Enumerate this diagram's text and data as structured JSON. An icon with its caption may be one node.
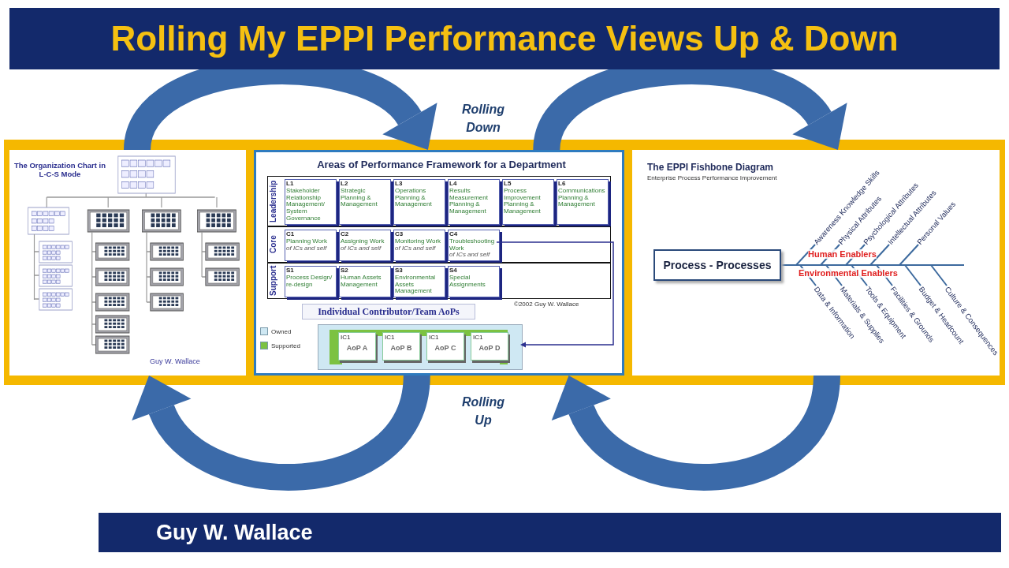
{
  "diagram": {
    "title": "Rolling My EPPI Performance Views Up & Down",
    "nodes": [
      {
        "text": [
          "The Organization Chart in L-C-S Mode",
          "Guy W. Wallace"
        ]
      },
      {
        "text": [
          "Areas of Performance Framework for a Department"
        ]
      },
      {
        "text": [
          "Leadership"
        ],
        "in": 1
      },
      {
        "text": [
          "L1",
          "Stakeholder Relationship Management/ System Governance"
        ],
        "in": 2
      },
      {
        "text": [
          "L2",
          "Strategic Planning & Management"
        ],
        "in": 2
      },
      {
        "text": [
          "L3",
          "Operations Planning & Management"
        ],
        "in": 2
      },
      {
        "text": [
          "L4",
          "Results Measurement Planning & Management"
        ],
        "in": 2
      },
      {
        "text": [
          "L5",
          "Process Improvement Planning & Management"
        ],
        "in": 2
      },
      {
        "text": [
          "L6",
          "Communications Planning & Management"
        ],
        "in": 2
      },
      {
        "text": [
          "Core"
        ],
        "in": 1
      },
      {
        "text": [
          "C1",
          "Planning Work",
          "of ICs and self"
        ],
        "in": 9
      },
      {
        "text": [
          "C2",
          "Assigning Work",
          "of ICs and self"
        ],
        "in": 9
      },
      {
        "text": [
          "C3",
          "Monitoring Work",
          "of ICs and self"
        ],
        "in": 9
      },
      {
        "text": [
          "C4",
          "Troubleshooting Work",
          "of ICs and self"
        ],
        "in": 9
      },
      {
        "text": [
          "Support"
        ],
        "in": 1
      },
      {
        "text": [
          "S1",
          "Process Design/ re-design"
        ],
        "in": 14
      },
      {
        "text": [
          "S2",
          "Human Assets Management"
        ],
        "in": 14
      },
      {
        "text": [
          "S3",
          "Environmental Assets Management"
        ],
        "in": 14
      },
      {
        "text": [
          "S4",
          "Special Assignments"
        ],
        "in": 14
      },
      {
        "text": [
          "Individual Contributor/Team AoPs"
        ],
        "in": 1
      },
      {
        "text": [],
        "shape": "box",
        "in": 1
      },
      {
        "text": [
          "IC1",
          "AoP A"
        ],
        "in": 20
      },
      {
        "text": [
          "IC1",
          "AoP B"
        ],
        "in": 20
      },
      {
        "text": [
          "IC1",
          "AoP C"
        ],
        "in": 20
      },
      {
        "text": [
          "IC1",
          "AoP D"
        ],
        "in": 20
      },
      {
        "text": [
          "The EPPI Fishbone Diagram",
          "Enterprise Process Performance Improvement"
        ]
      },
      {
        "text": [
          "Process - Processes"
        ],
        "in": 25
      }
    ],
    "edges": [
      {
        "from": 0,
        "to": 1,
        "arrow": "to"
      },
      {
        "from": 1,
        "to": 25,
        "arrow": "to"
      },
      {
        "from": 25,
        "to": 1,
        "arrow": "to"
      },
      {
        "from": 1,
        "to": 0,
        "arrow": "to"
      },
      {
        "from": 13,
        "to": 20,
        "arrow": "to",
        "color": "#2b2f8f"
      }
    ],
    "labels": [
      "Rolling Down",
      "©2002 Guy W. Wallace",
      "Awareness Knowledge Skills",
      "Physical Attributes",
      "Psychological Attributes",
      "Intellectual Attributes",
      "Personal Values",
      "Human Enablers",
      "Environmental Enablers",
      "Data & Information",
      "Materials & Supplies",
      "Tools & Equipment",
      "Facilities & Grounds",
      "Budget & Headcount",
      "Culture & Consequences",
      "Rolling Up",
      "Guy W. Wallace"
    ],
    "legend": [
      {
        "text": "Owned",
        "color": "#cfe8f3"
      },
      {
        "text": "Supported",
        "color": "#7cc242"
      }
    ]
  }
}
